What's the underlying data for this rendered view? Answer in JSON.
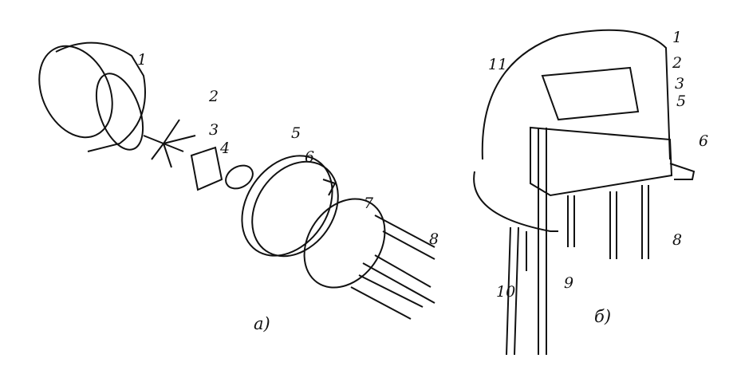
{
  "figure_a": {
    "caption": "а)",
    "labels": [
      "1",
      "2",
      "3",
      "4",
      "5",
      "6",
      "7",
      "8"
    ]
  },
  "figure_b": {
    "caption": "б)",
    "labels": [
      "11",
      "1",
      "2",
      "3",
      "5",
      "6",
      "8",
      "9",
      "10"
    ]
  }
}
